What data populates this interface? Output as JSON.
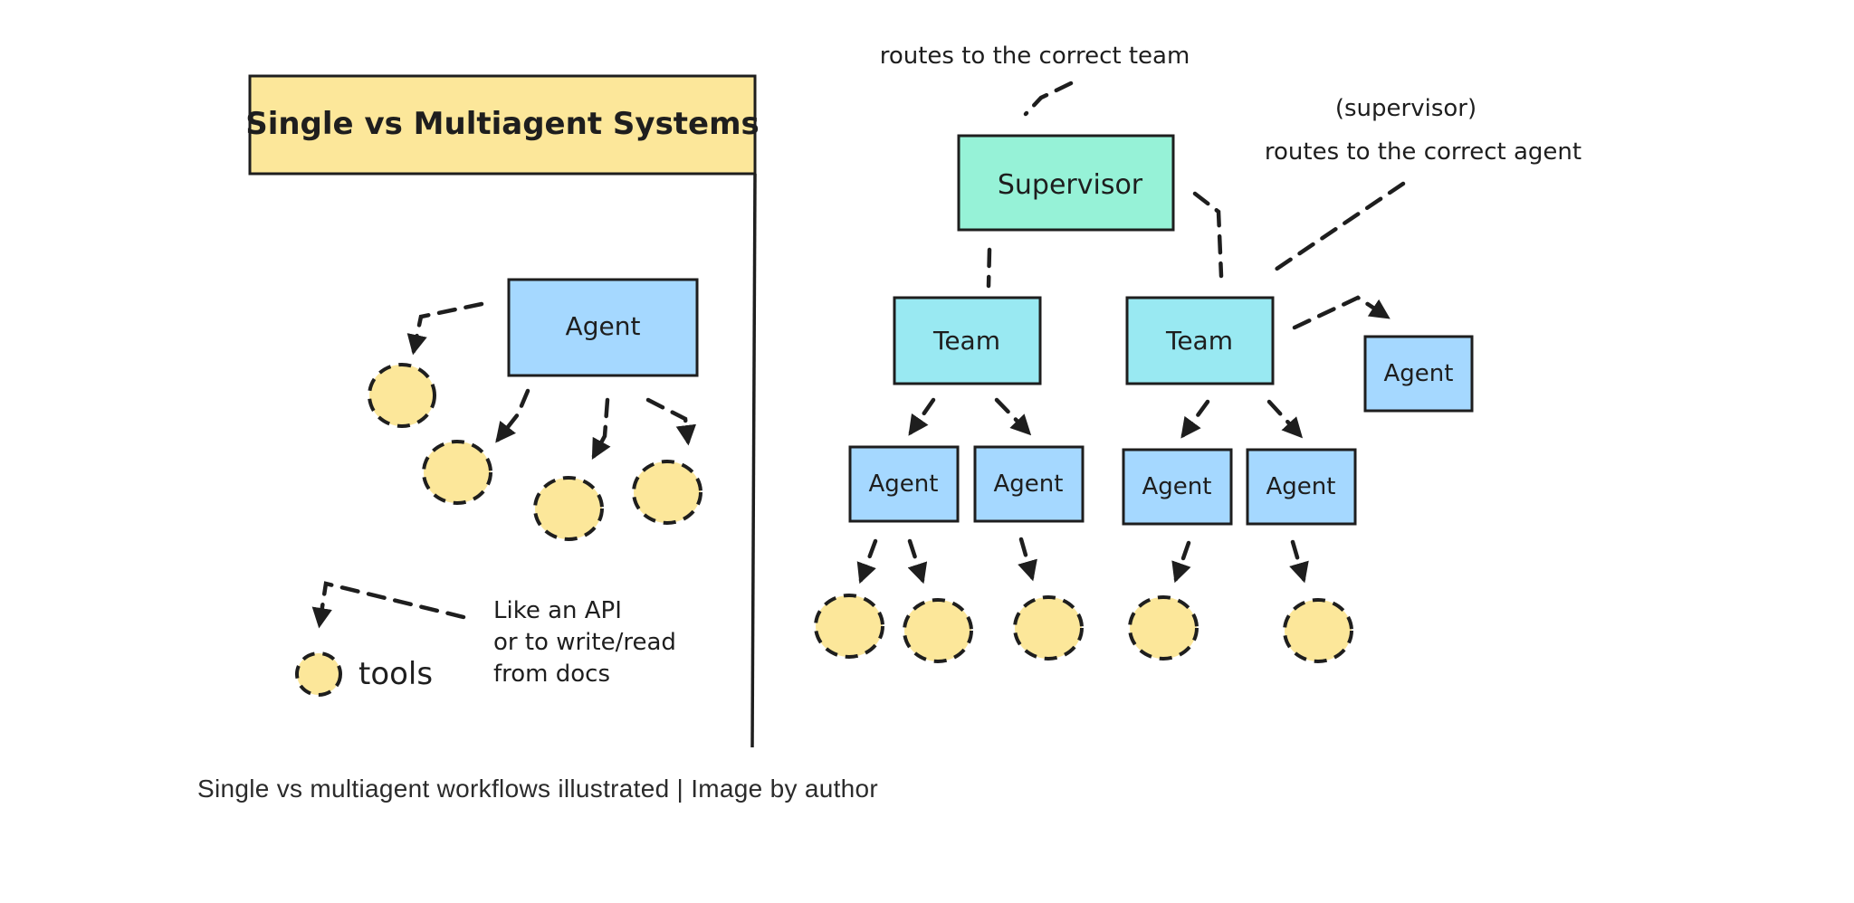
{
  "colors": {
    "title_bg": "#fce79a",
    "agent": "#a5d8ff",
    "team": "#99e9f2",
    "supervisor": "#96f2d7",
    "tool": "#fce79a",
    "ink": "#1e1e1e"
  },
  "title": "Single vs Multiagent Systems",
  "single": {
    "agent_label": "Agent",
    "legend_label": "tools",
    "legend_note": [
      "Like an API",
      "or to write/read",
      "from docs"
    ]
  },
  "multi": {
    "supervisor_label": "Supervisor",
    "team_labels": [
      "Team",
      "Team"
    ],
    "agent_labels": [
      "Agent",
      "Agent",
      "Agent",
      "Agent",
      "Agent"
    ],
    "annotation_top": "routes to the correct team",
    "annotation_right_1": "(supervisor)",
    "annotation_right_2": "routes to the correct agent"
  },
  "caption": "Single vs multiagent workflows illustrated | Image by author"
}
